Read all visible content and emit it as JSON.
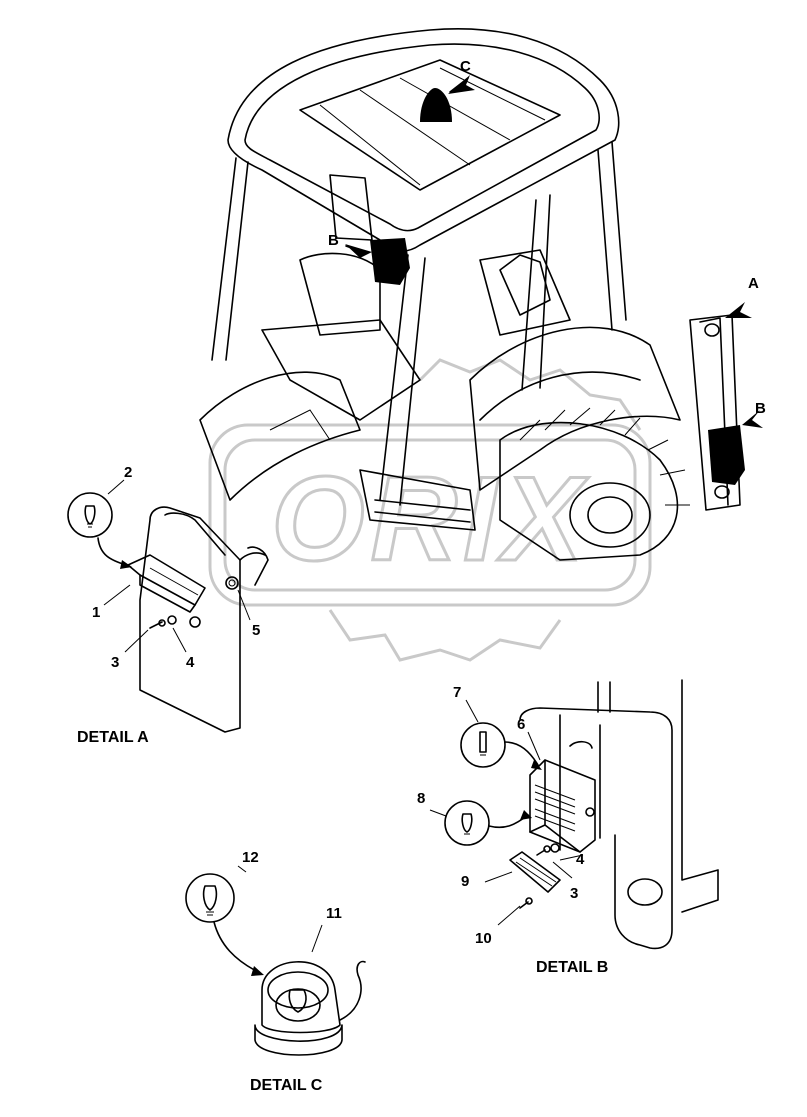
{
  "watermark": "ORIX",
  "details": {
    "a": "DETAIL A",
    "b": "DETAIL B",
    "c": "DETAIL C"
  },
  "view_markers": {
    "a": "A",
    "b_cab": "B",
    "b_boom": "B",
    "c": "C"
  },
  "callouts": {
    "n1": "1",
    "n2": "2",
    "n3a": "3",
    "n4a": "4",
    "n5": "5",
    "n6": "6",
    "n7": "7",
    "n8": "8",
    "n4b": "4",
    "n3b": "3",
    "n9": "9",
    "n10": "10",
    "n11": "11",
    "n12": "12"
  },
  "colors": {
    "line": "#000000",
    "watermark": "#c9c9c9",
    "background": "#ffffff"
  }
}
